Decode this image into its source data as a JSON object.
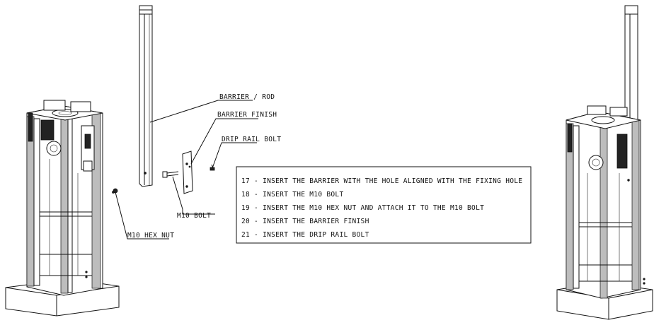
{
  "callouts": {
    "barrier_rod": "BARRIER / ROD",
    "barrier_finish": "BARRIER FINISH",
    "drip_rail_bolt": "DRIP RAIL BOLT",
    "m10_bolt": "M10 BOLT",
    "m10_hex_nut": "M10 HEX NUT"
  },
  "steps": [
    "17 - INSERT THE BARRIER WITH THE HOLE ALIGNED WITH THE FIXING HOLE",
    "18 - INSERT THE M10 BOLT",
    "19 - INSERT THE M10 HEX NUT AND ATTACH IT TO THE M10 BOLT",
    "20 - INSERT THE BARRIER FINISH",
    "21 - INSERT THE DRIP RAIL BOLT"
  ]
}
